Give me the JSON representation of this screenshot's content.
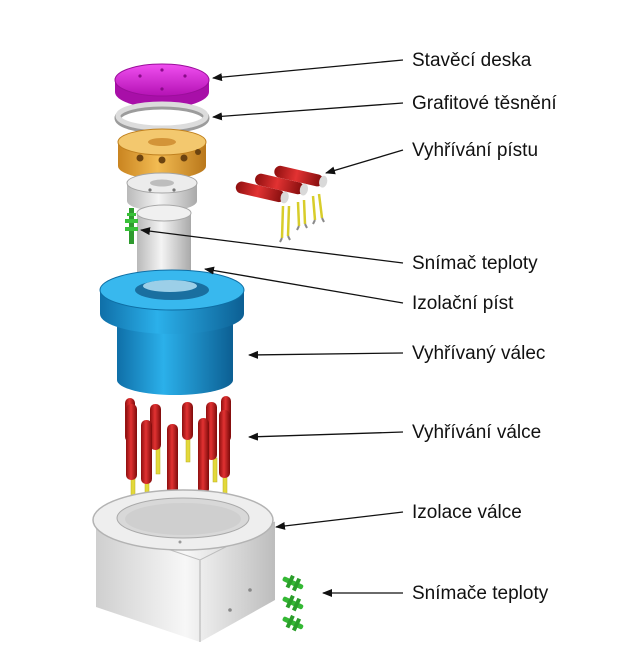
{
  "labels": {
    "build_plate": "Stavěcí deska",
    "graphite_seal": "Grafitové těsnění",
    "piston_heating": "Vyhřívání pístu",
    "temp_sensor": "Snímač teploty",
    "insulation_piston": "Izolační píst",
    "heated_cylinder": "Vyhřívaný válec",
    "cylinder_heating": "Vyhřívání válce",
    "cylinder_insulation": "Izolace válce",
    "temp_sensors": "Snímače teploty"
  },
  "colors": {
    "build_plate": "#e21ee0",
    "graphite_seal": "#c8c8c8",
    "piston_head": "#e8a93a",
    "insulation": "#e4e4e4",
    "cylinder": "#1a96d4",
    "heater_red": "#c81e1e",
    "heater_yellow": "#e8df3a",
    "sensor_green": "#2bb52b",
    "arrow": "#111111"
  }
}
